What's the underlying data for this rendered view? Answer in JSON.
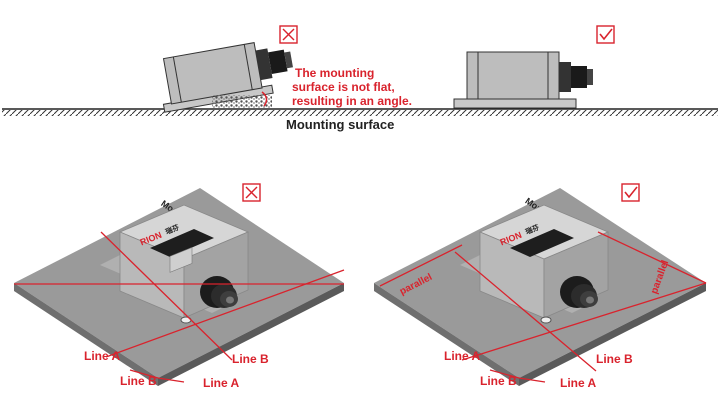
{
  "colors": {
    "accent_red": "#d9232d",
    "plate_top": "#9a9a9a",
    "plate_side": "#6f6f6f",
    "sensor_body": "#b9b9b9",
    "sensor_top": "#d6d6d6",
    "connector": "#1a1a1a"
  },
  "top_section": {
    "wrong_mark_icon": "x-checkbox-icon",
    "right_mark_icon": "check-checkbox-icon",
    "warning_lines": [
      "The mounting",
      "surface is not flat,",
      "resulting in an angle."
    ],
    "surface_label": "Mounting surface"
  },
  "bottom_left": {
    "mark_icon": "x-checkbox-icon",
    "plate_label": "Mounting surface",
    "logo_text": "RION",
    "logo_sub": "瑞芬",
    "line_labels": [
      "Line A",
      "Line B",
      "Line B",
      "Line A"
    ]
  },
  "bottom_right": {
    "mark_icon": "check-checkbox-icon",
    "plate_label": "Mounting surface",
    "logo_text": "RION",
    "logo_sub": "瑞芬",
    "parallel_left": "parallel",
    "parallel_right": "parallel",
    "line_labels": [
      "Line A",
      "Line B",
      "Line B",
      "Line A"
    ]
  }
}
